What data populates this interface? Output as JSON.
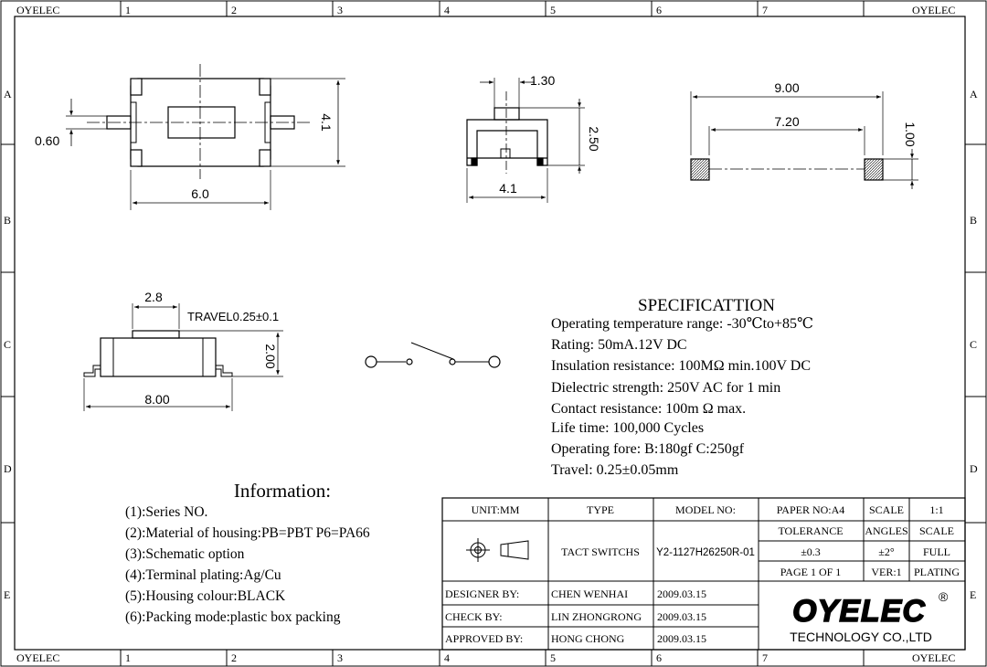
{
  "frame": {
    "corner_label": "OYELEC",
    "columns": [
      "1",
      "2",
      "3",
      "4",
      "5",
      "6",
      "7"
    ],
    "rows": [
      "A",
      "B",
      "C",
      "D",
      "E"
    ]
  },
  "dimensions": {
    "top_left_width": "6.0",
    "top_left_height": "4.1",
    "top_left_pin": "0.60",
    "top_mid_stem": "1.30",
    "top_mid_height": "2.50",
    "top_mid_width": "4.1",
    "top_right_outer": "9.00",
    "top_right_inner": "7.20",
    "top_right_height": "1.00",
    "side_button": "2.8",
    "side_travel": "TRAVEL0.25±0.1",
    "side_height": "2.00",
    "side_width": "8.00"
  },
  "specification": {
    "title": "SPECIFICATTION",
    "lines": [
      "Operating temperature range: -30℃to+85℃",
      "Rating: 50mA.12V DC",
      "Insulation resistance: 100MΩ min.100V DC",
      "Dielectric strength: 250V AC for 1 min",
      "Contact resistance: 100m Ω max.",
      "Life time: 100,000 Cycles",
      "Operating fore: B:180gf C:250gf",
      "Travel: 0.25±0.05mm"
    ]
  },
  "information": {
    "title": "Information:",
    "lines": [
      "(1):Series NO.",
      "(2):Material of housing:PB=PBT P6=PA66",
      "(3):Schematic option",
      "(4):Terminal plating:Ag/Cu",
      "(5):Housing colour:BLACK",
      "(6):Packing mode:plastic box packing"
    ]
  },
  "title_block": {
    "unit": "UNIT:MM",
    "type_label": "TYPE",
    "type_value": "TACT SWITCHS",
    "model_label": "MODEL NO:",
    "model_value": "Y2-1127H26250R-01",
    "paper": "PAPER NO:A4",
    "scale_label": "SCALE",
    "scale_value": "1:1",
    "tolerance_label": "TOLERANCE",
    "tolerance_value": "±0.3",
    "angles_label": "ANGLES",
    "angles_value": "±2°",
    "scale2_label": "SCALE",
    "scale2_value": "FULL",
    "page": "PAGE 1 OF 1",
    "ver": "VER:1",
    "plating": "PLATING",
    "designer_label": "DESIGNER BY:",
    "designer_name": "CHEN WENHAI",
    "designer_date": "2009.03.15",
    "check_label": "CHECK BY:",
    "check_name": "LIN ZHONGRONG",
    "check_date": "2009.03.15",
    "approved_label": "APPROVED BY:",
    "approved_name": "HONG CHONG",
    "approved_date": "2009.03.15",
    "logo_text": "OYELEC",
    "logo_mark": "®",
    "company": "TECHNOLOGY CO.,LTD"
  }
}
